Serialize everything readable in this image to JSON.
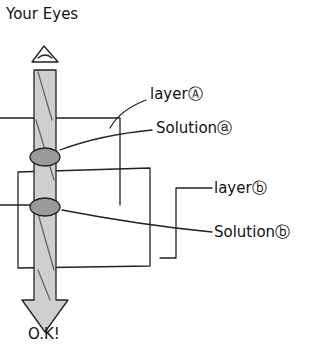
{
  "diagram": {
    "labels": [
      "Your Eyes",
      "layerⒶ",
      "Solutionⓐ",
      "layerⓑ",
      "Solutionⓑ",
      "O.K!"
    ]
  }
}
